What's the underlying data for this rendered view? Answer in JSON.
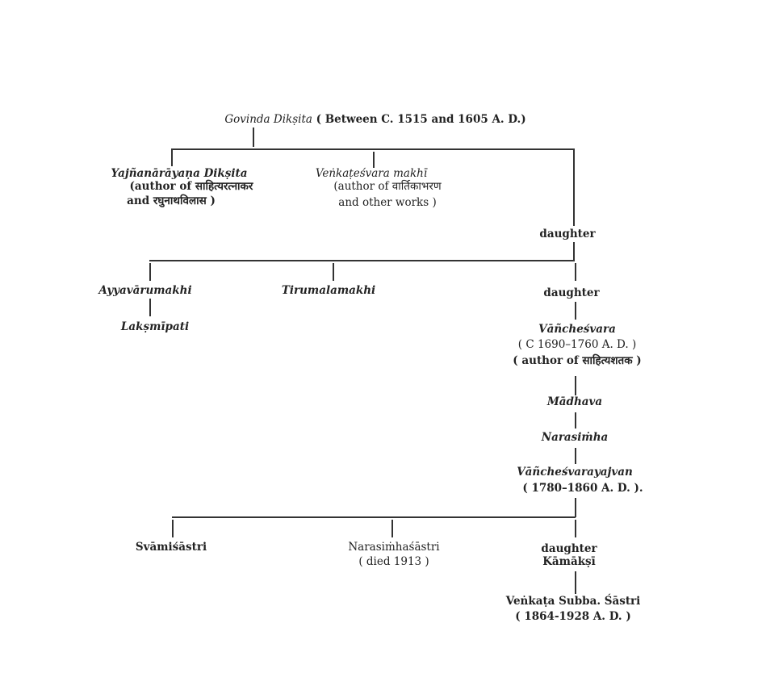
{
  "root": {
    "name": "Govinda Dikṣita",
    "dates": "( Between C. 1515 and 1605  A. D.)"
  },
  "gen1": {
    "yajna": {
      "name": "Yajñanārāyaṇa Dikṣita",
      "line1": "(author of साहित्यरत्नाकर",
      "line2": "and रघुनाथविलास )"
    },
    "venkatesvara": {
      "name": "Veṅkaṭeśvara makhī",
      "line1": "(author of वार्तिकाभरण",
      "line2": "and other works )"
    },
    "daughter": {
      "name": "daughter"
    }
  },
  "gen2": {
    "ayyavaru": {
      "name": "Ayyavārumakhi"
    },
    "lakshmipati": {
      "name": "Lakṣmīpati"
    },
    "tirumala": {
      "name": "Tirumalamakhi"
    },
    "daughter": {
      "name": "daughter"
    }
  },
  "line": {
    "vanchesvara": {
      "name": "Vāñcheśvara",
      "dates": "( C 1690–1760 A. D. )",
      "note": "( author of साहित्यशतक )"
    },
    "madhava": {
      "name": "Mādhava"
    },
    "narasimha": {
      "name": "Narasiṁha"
    },
    "vanchesvarayajvan": {
      "name": "Vāñcheśvarayajvan",
      "dates": "( 1780–1860 A. D. )."
    }
  },
  "gen_last": {
    "svami": {
      "name": "Svāmiśāstri"
    },
    "narasimhasastri": {
      "name": "Narasiṁhaśāstri",
      "dates": "( died 1913 )"
    },
    "kamakshi": {
      "name": "daughter",
      "name2": "Kāmākṣī"
    },
    "venkata": {
      "name": "Veṅkaṭa Subba. Śāstri",
      "dates": "( 1864-1928 A. D. )"
    }
  }
}
